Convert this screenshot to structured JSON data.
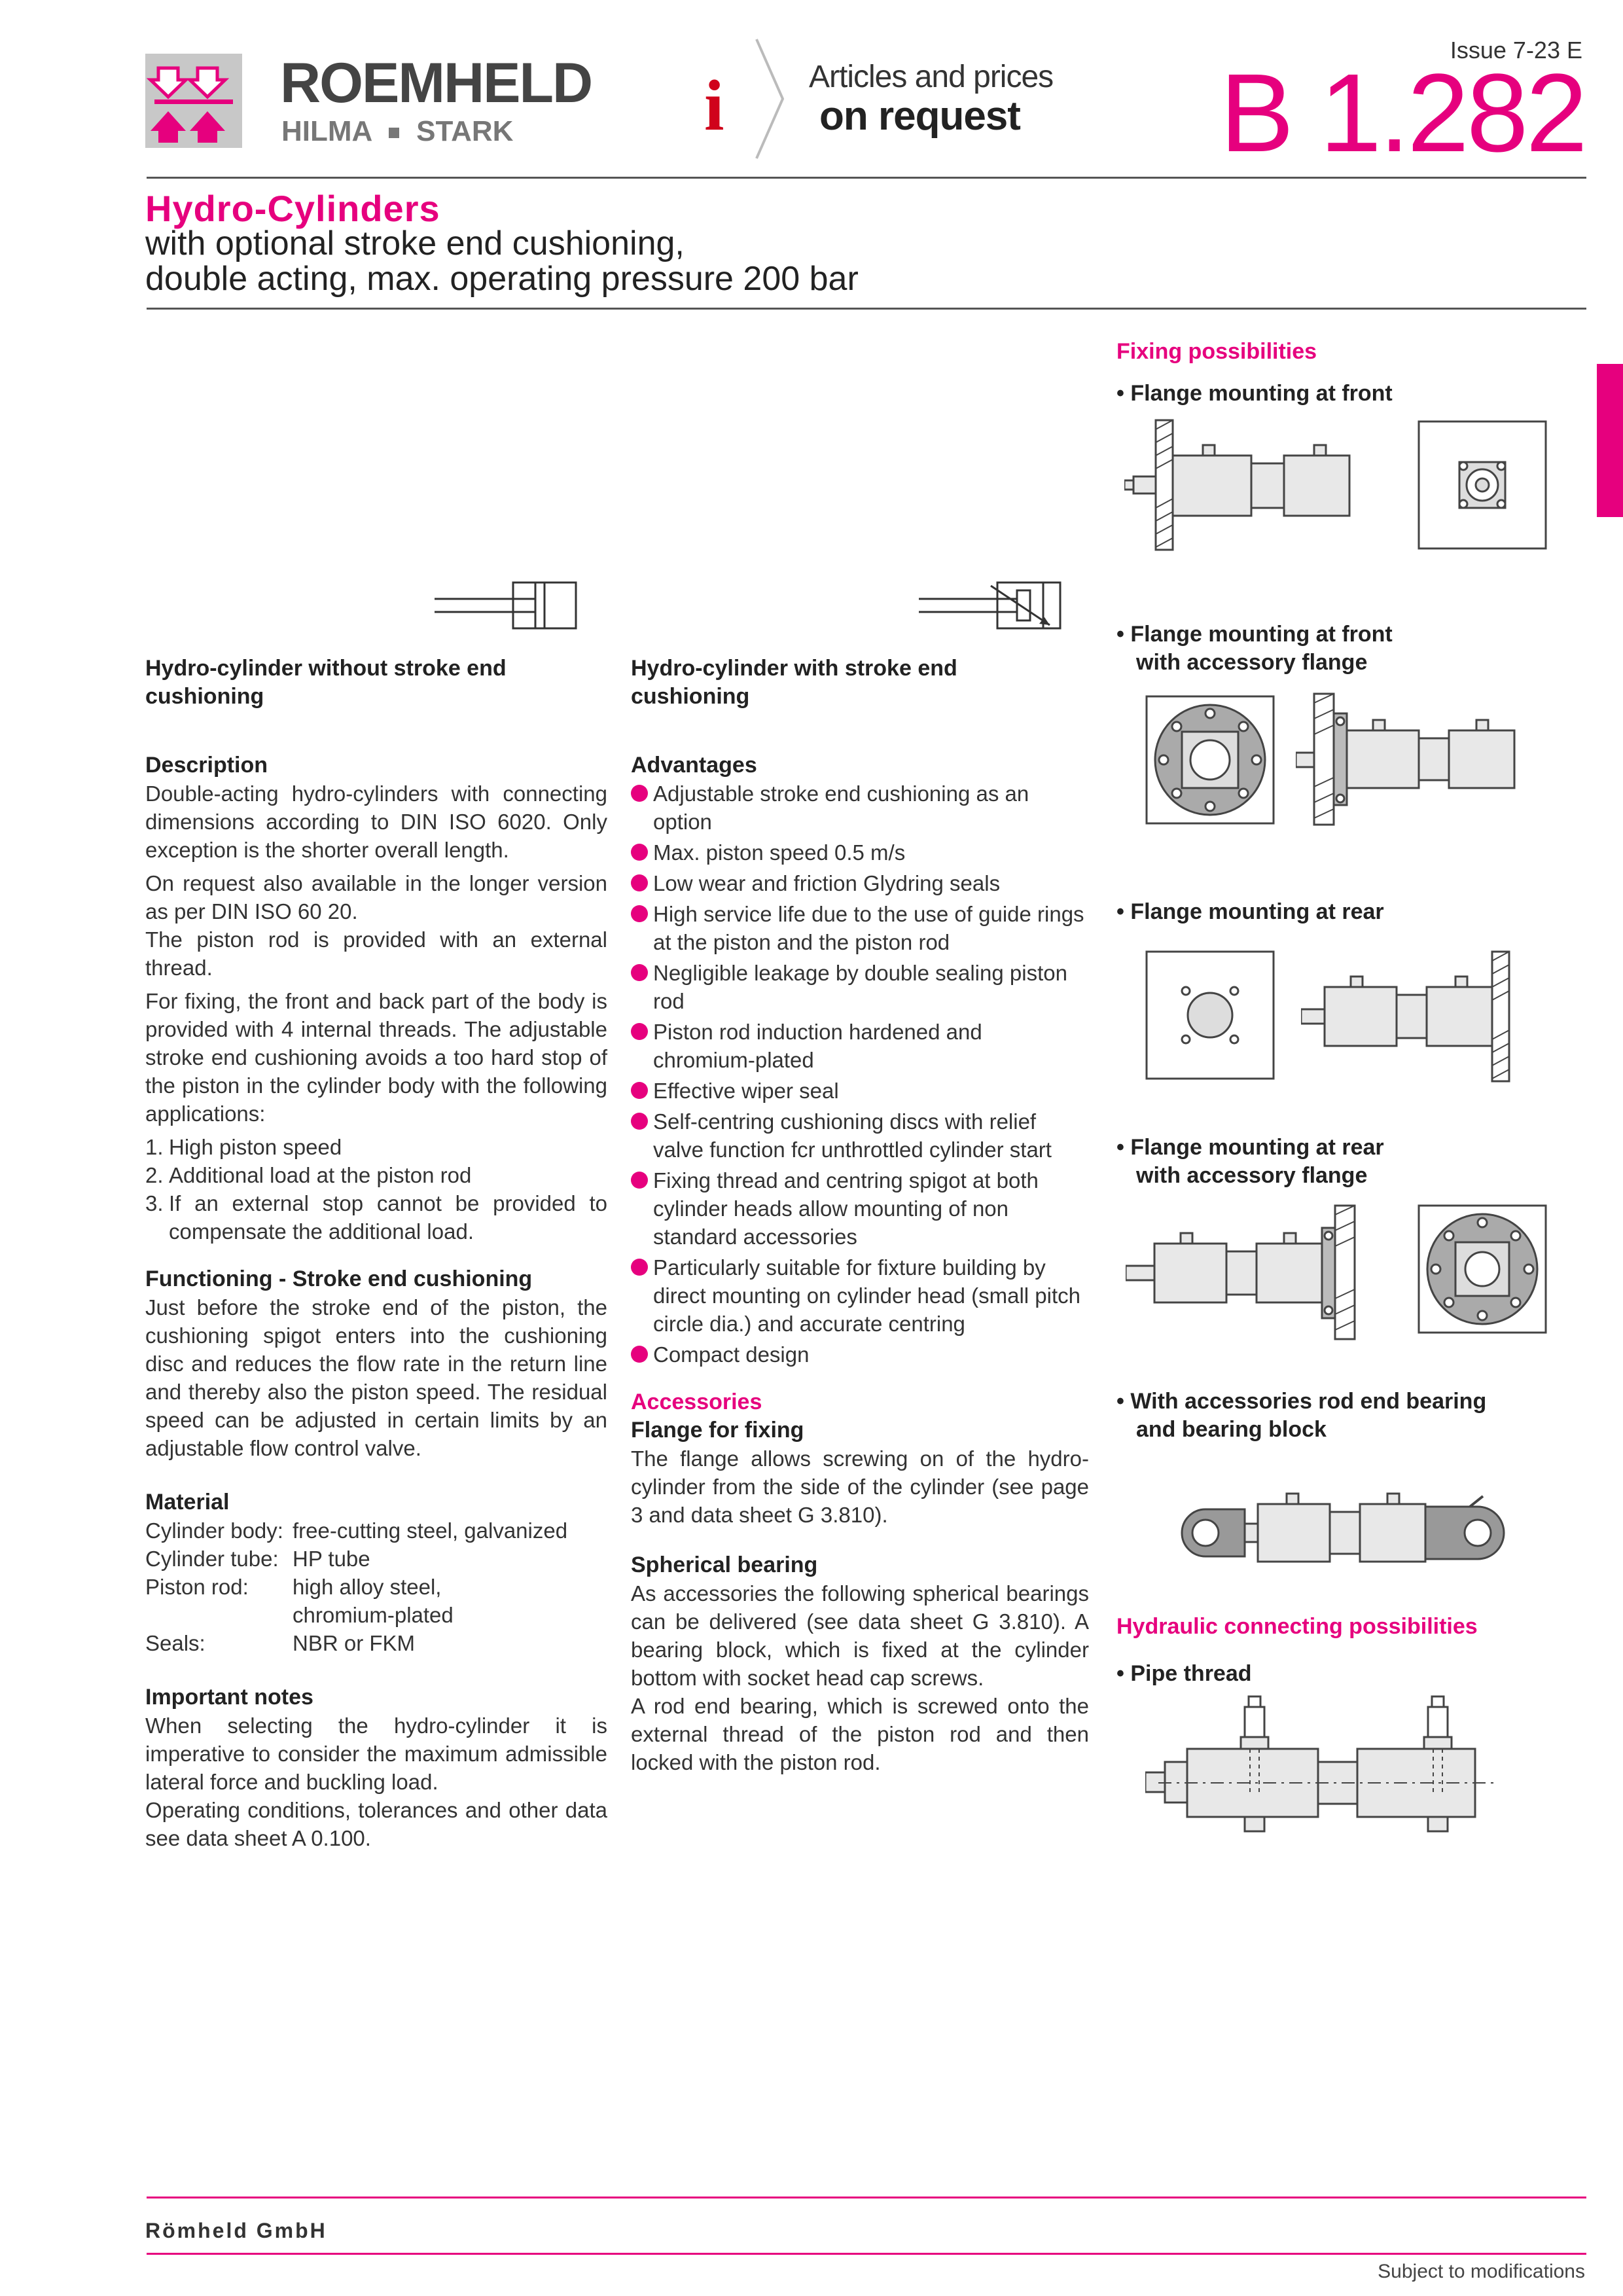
{
  "header": {
    "brand": "ROEMHELD",
    "sub_brand_1": "HILMA",
    "sub_brand_2": "STARK",
    "info_line_1": "Articles and prices",
    "info_line_2": "on request",
    "issue": "Issue 7-23 E",
    "doc_number": "B 1.282"
  },
  "title": {
    "main": "Hydro-Cylinders",
    "line_1": "with optional stroke end cushioning,",
    "line_2": "double acting, max. operating pressure 200 bar"
  },
  "symbols": {
    "left_caption": "Hydro-cylinder without stroke end cushioning",
    "right_caption": "Hydro-cylinder with stroke end cushioning"
  },
  "description": {
    "heading": "Description",
    "p1": "Double-acting hydro-cylinders with connecting dimensions according to DIN ISO 6020. Only exception is the shorter overall length.",
    "p2": "On request also available in the longer version as per DIN ISO 60 20.",
    "p3": "The piston rod is provided with an external thread.",
    "p4": "For fixing, the front and back part of the body is provided with 4 internal threads. The adjustable stroke end cushioning avoids a too hard stop of the piston in the cylinder body with the following applications:",
    "items": [
      "1.",
      "High piston speed",
      "2.",
      "Additional load at the piston rod",
      "3.",
      "If an external stop cannot be provided to compensate the additional load."
    ]
  },
  "functioning": {
    "heading": "Functioning - Stroke end cushioning",
    "text": "Just before the stroke end of the piston, the cushioning spigot enters into the cushioning disc and reduces the flow rate in the return line and thereby also the piston speed. The residual speed can be adjusted in certain limits by an adjustable flow control valve."
  },
  "material": {
    "heading": "Material",
    "rows": [
      {
        "k": "Cylinder body:",
        "v": "free-cutting steel, galvanized"
      },
      {
        "k": "Cylinder tube:",
        "v": "HP tube"
      },
      {
        "k": "Piston rod:",
        "v": "high alloy steel,"
      },
      {
        "k": "",
        "v": "chromium-plated"
      },
      {
        "k": "Seals:",
        "v": "NBR or FKM"
      }
    ]
  },
  "notes": {
    "heading": "Important notes",
    "p1": "When selecting the hydro-cylinder it is imperative to consider the maximum admissible lateral force and buckling load.",
    "p2": "Operating conditions, tolerances and other data see data sheet A 0.100."
  },
  "advantages": {
    "heading": "Advantages",
    "items": [
      "Adjustable stroke end cushioning as an option",
      "Max. piston speed 0.5 m/s",
      "Low wear and friction Glydring seals",
      "High service life due to the use of guide rings at the piston and the piston rod",
      "Negligible leakage by double sealing piston rod",
      "Piston rod induction hardened and chromium-plated",
      "Effective wiper seal",
      "Self-centring cushioning discs with relief valve function fcr unthrottled cylinder start",
      "Fixing thread and centring spigot at both cylinder heads allow mounting of non standard accessories",
      "Particularly suitable for fixture building by direct mounting on cylinder head (small pitch circle dia.) and accurate centring",
      "Compact design"
    ]
  },
  "accessories": {
    "heading": "Accessories",
    "flange_heading": "Flange for fixing",
    "flange_text": "The flange allows screwing on of the hydro-cylinder from the side of the cylinder (see page 3 and data sheet G 3.810).",
    "bearing_heading": "Spherical bearing",
    "bearing_p1": "As accessories the following spherical bearings can be delivered (see data sheet G 3.810). A bearing block, which is fixed at the cylinder bottom with socket head cap screws.",
    "bearing_p2": "A rod end bearing, which is screwed onto the external thread of the piston rod and then locked with the piston rod."
  },
  "fixing": {
    "heading": "Fixing possibilities",
    "bullet": "•",
    "f1": "Flange mounting at front",
    "f2a": "Flange mounting at front",
    "f2b": "with accessory flange",
    "f3": "Flange mounting at rear",
    "f4a": "Flange mounting at rear",
    "f4b": "with accessory flange",
    "f5a": "With accessories rod end bearing",
    "f5b": "and bearing block",
    "hydraulic_heading": "Hydraulic connecting possibilities",
    "f6": "Pipe thread"
  },
  "footer": {
    "company": "Römheld GmbH",
    "note": "Subject to modifications"
  }
}
